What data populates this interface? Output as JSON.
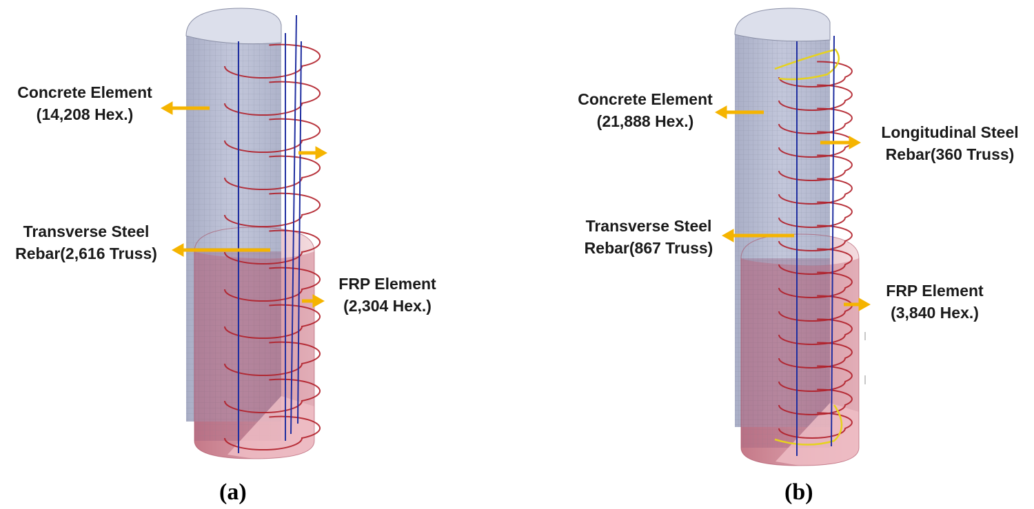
{
  "panels": [
    {
      "id": "a",
      "caption": "(a)",
      "labels": {
        "concrete": {
          "line1": "Concrete Element",
          "line2": "(14,208 Hex.)"
        },
        "transverse": {
          "line1": "Transverse Steel",
          "line2": "Rebar(2,616 Truss)"
        },
        "frp": {
          "line1": "FRP Element",
          "line2": "(2,304 Hex.)"
        }
      }
    },
    {
      "id": "b",
      "caption": "(b)",
      "labels": {
        "concrete": {
          "line1": "Concrete Element",
          "line2": "(21,888 Hex.)"
        },
        "longitudinal": {
          "line1": "Longitudinal Steel",
          "line2": "Rebar(360 Truss)"
        },
        "transverse": {
          "line1": "Transverse Steel",
          "line2": "Rebar(867 Truss)"
        },
        "frp": {
          "line1": "FRP Element",
          "line2": "(3,840 Hex.)"
        }
      }
    }
  ],
  "colors": {
    "concrete": "#b9bdd3",
    "mesh_line": "#7f8499",
    "frp": "#cf8f99",
    "frp_dark": "#a8485c",
    "hoop": "#b01e28",
    "hoop_highlight": "#e6d21e",
    "longitudinal_bar": "#1f2ea0",
    "arrow": "#f5b400"
  }
}
